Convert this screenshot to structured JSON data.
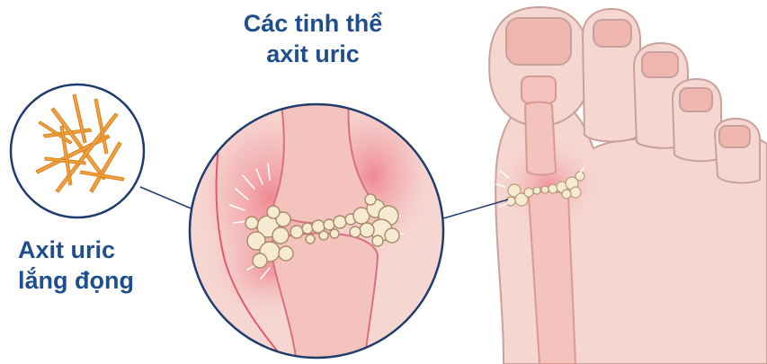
{
  "labels": {
    "uric_crystals": [
      "Các tinh thể",
      "axit uric"
    ],
    "uric_deposit": [
      "Axit uric",
      "lắng đọng"
    ]
  },
  "colors": {
    "skin": "#f6d6d1",
    "skin_outline": "#c9a19b",
    "nail": "#efb7b0",
    "inflammation": "#e94b60",
    "bone": "#f4c3bd",
    "crystal_needle": "#f0a040",
    "crystal_deposit": "#f6ead2",
    "lens_border": "#1f3c6e",
    "text": "#1f4e8c"
  },
  "icons": {
    "crystal_inset": "needle-crystals-icon",
    "joint_inset": "joint-magnified-icon",
    "foot": "foot-illustration"
  }
}
